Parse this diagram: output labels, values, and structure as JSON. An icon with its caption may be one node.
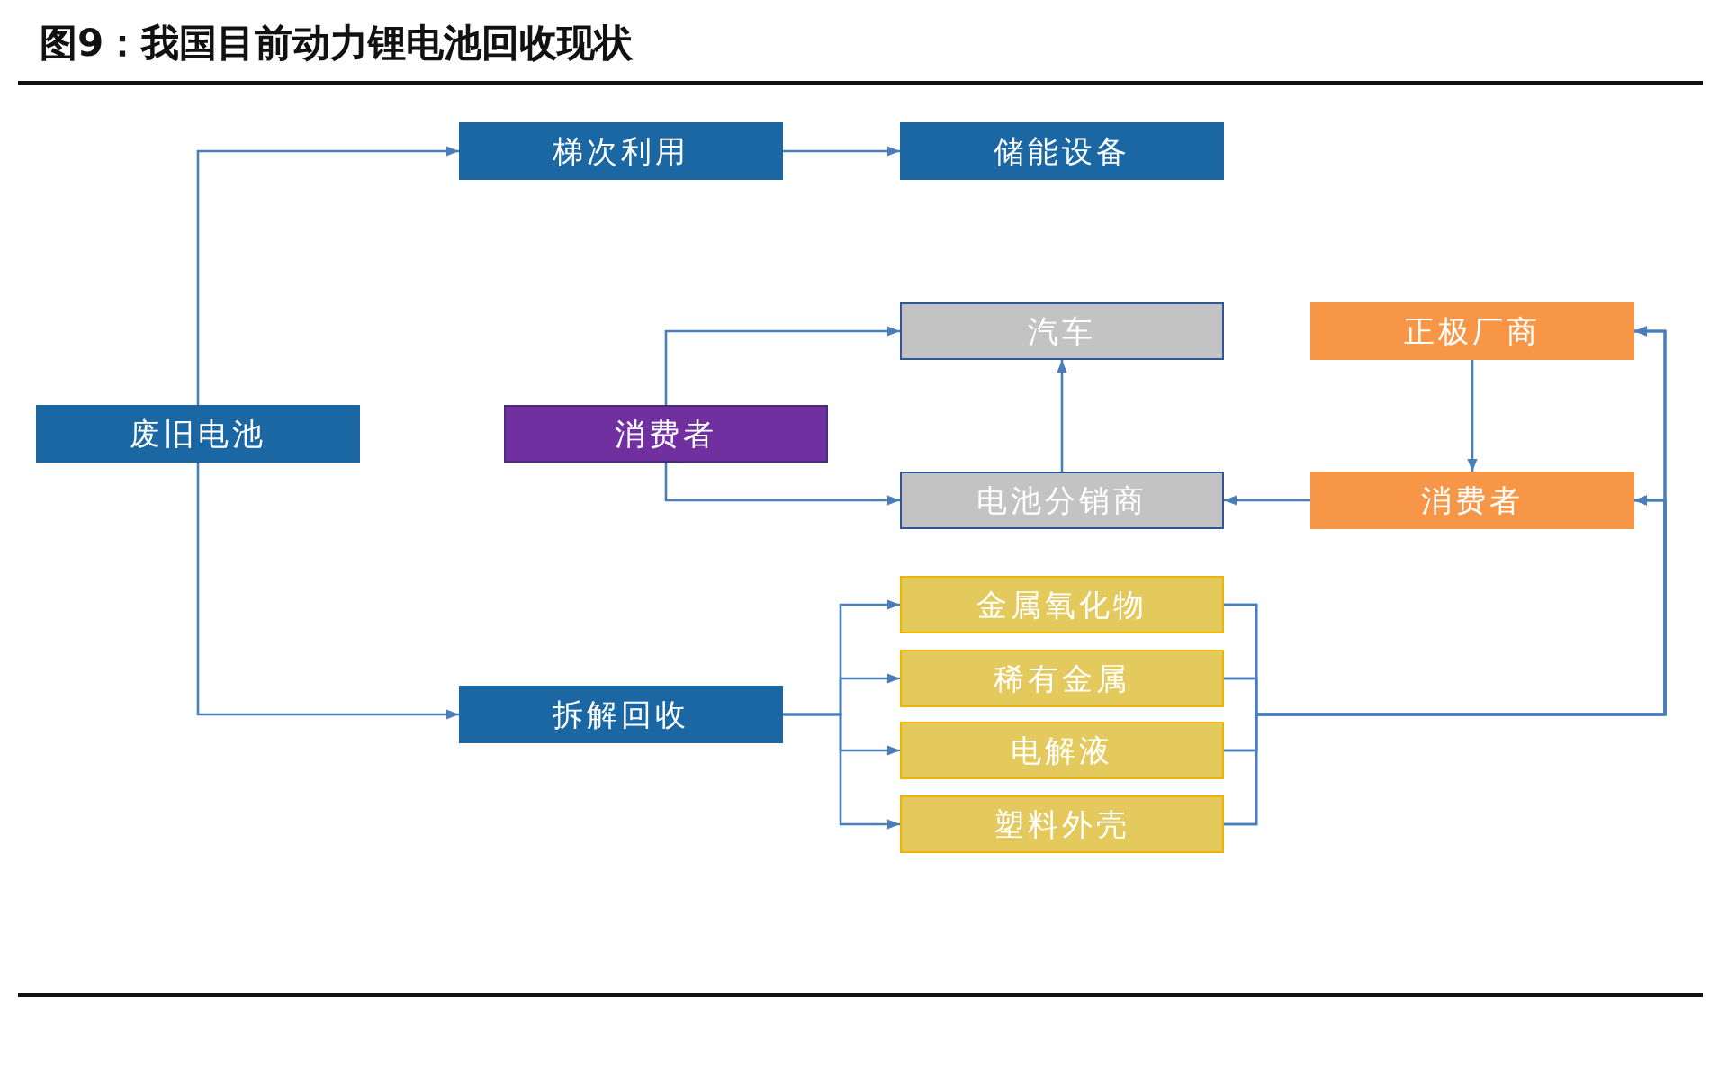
{
  "diagram": {
    "title": "图9：我国目前动力锂电池回收现状",
    "nodes": [
      {
        "text": [
          "废旧电池"
        ]
      },
      {
        "text": [
          "梯次利用"
        ]
      },
      {
        "text": [
          "储能设备"
        ]
      },
      {
        "text": [
          "消费者"
        ]
      },
      {
        "text": [
          "汽车"
        ]
      },
      {
        "text": [
          "电池分销商"
        ]
      },
      {
        "text": [
          "正极厂商"
        ]
      },
      {
        "text": [
          "消费者"
        ]
      },
      {
        "text": [
          "拆解回收"
        ]
      },
      {
        "text": [
          "金属氧化物"
        ]
      },
      {
        "text": [
          "稀有金属"
        ]
      },
      {
        "text": [
          "电解液"
        ]
      },
      {
        "text": [
          "塑料外壳"
        ]
      }
    ],
    "edges": [
      {
        "from": 0,
        "to": 1,
        "arrow": "to"
      },
      {
        "from": 0,
        "to": 8,
        "arrow": "to"
      },
      {
        "from": 1,
        "to": 2,
        "arrow": "to"
      },
      {
        "from": 3,
        "to": 4,
        "arrow": "to"
      },
      {
        "from": 3,
        "to": 5,
        "arrow": "to"
      },
      {
        "from": 5,
        "to": 4,
        "arrow": "to"
      },
      {
        "from": 7,
        "to": 5,
        "arrow": "to"
      },
      {
        "from": 6,
        "to": 7,
        "arrow": "to"
      },
      {
        "from": 8,
        "to": 9,
        "arrow": "to"
      },
      {
        "from": 8,
        "to": 10,
        "arrow": "to"
      },
      {
        "from": 8,
        "to": 11,
        "arrow": "to"
      },
      {
        "from": 8,
        "to": 12,
        "arrow": "to"
      },
      {
        "from": 9,
        "to": 6,
        "arrow": "to"
      },
      {
        "from": 10,
        "to": 6,
        "arrow": "to"
      },
      {
        "from": 11,
        "to": 6,
        "arrow": "to"
      },
      {
        "from": 12,
        "to": 6,
        "arrow": "to"
      },
      {
        "from": 9,
        "to": 7,
        "arrow": "to"
      },
      {
        "from": 10,
        "to": 7,
        "arrow": "to"
      },
      {
        "from": 11,
        "to": 7,
        "arrow": "to"
      },
      {
        "from": 12,
        "to": 7,
        "arrow": "to"
      }
    ]
  }
}
